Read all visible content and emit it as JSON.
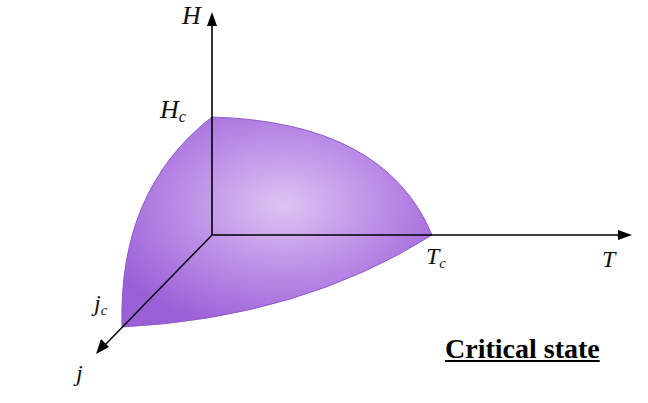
{
  "diagram": {
    "title": "Critical state",
    "labels": [
      "H",
      "Hc",
      "Tc",
      "T",
      "jc",
      "j"
    ]
  }
}
